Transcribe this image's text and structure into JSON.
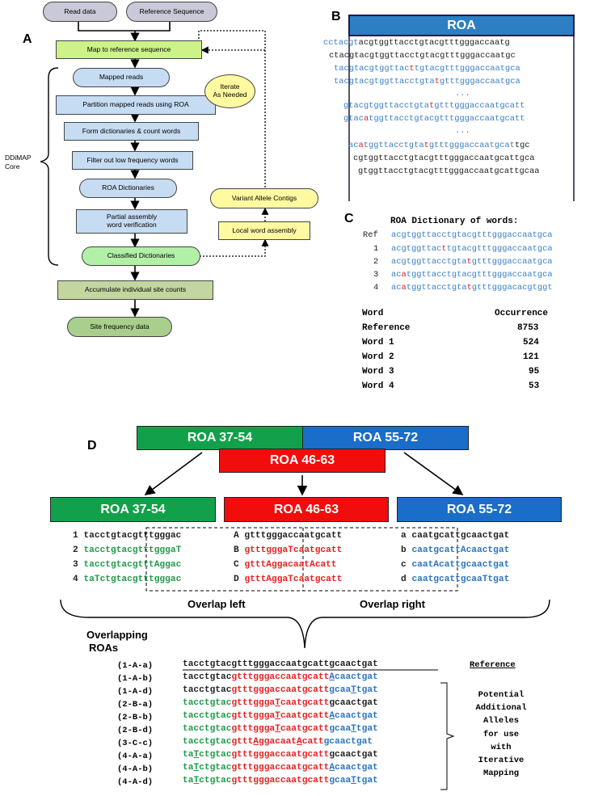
{
  "panel_labels": {
    "a": "A",
    "b": "B",
    "c": "C",
    "d": "D"
  },
  "flow": {
    "read_data": "Read data",
    "reference_sequence": "Reference Sequence",
    "map_to_reference": "Map to reference sequence",
    "mapped_reads": "Mapped reads",
    "partition": "Partition mapped reads using ROA",
    "form_dictionaries": "Form dictionaries & count words",
    "filter": "Filter out low frequency words",
    "roa_dictionaries": "ROA Dictionaries",
    "partial_assembly_1": "Partial assembly",
    "partial_assembly_2": "word verification",
    "classified": "Classified Dictionaries",
    "accumulate": "Accumulate individual site counts",
    "site_frequency": "Site frequency data",
    "iterate_1": "Iterate",
    "iterate_2": "As Needed",
    "variant_contigs": "Variant Allele Contigs",
    "local_assembly": "Local word assembly",
    "core_1": "DDiMAP",
    "core_2": "Core"
  },
  "panel_b": {
    "roa_label": "ROA",
    "dots": "..."
  },
  "panel_c": {
    "title": "ROA Dictionary of words:",
    "row_labels": [
      "Ref",
      "1",
      "2",
      "3",
      "4"
    ],
    "word_header": "Word",
    "occ_header": "Occurrence",
    "words": [
      {
        "name": "Reference",
        "count": "8753"
      },
      {
        "name": "Word 1",
        "count": "524"
      },
      {
        "name": "Word 2",
        "count": "121"
      },
      {
        "name": "Word 3",
        "count": "95"
      },
      {
        "name": "Word 4",
        "count": "53"
      }
    ]
  },
  "panel_d": {
    "top_left": "ROA 37-54",
    "top_right": "ROA 55-72",
    "top_mid": "ROA 46-63",
    "bar_left": "ROA 37-54",
    "bar_mid": "ROA 46-63",
    "bar_right": "ROA 55-72",
    "overlap_left": "Overlap left",
    "overlap_right": "Overlap right",
    "overlapping_1": "Overlapping",
    "overlapping_2": "ROAs",
    "reference_label": "Reference",
    "potential": [
      "Potential",
      "Additional",
      "Alleles",
      "for use",
      "with",
      "Iterative",
      "Mapping"
    ],
    "combo_labels": [
      "(1-A-a)",
      "(1-A-b)",
      "(1-A-d)",
      "(2-B-a)",
      "(2-B-b)",
      "(2-B-d)",
      "(3-C-c)",
      "(4-A-a)",
      "(4-A-b)",
      "(4-A-d)"
    ]
  },
  "colors": {
    "green": "#12a14a",
    "red": "#f20d0d",
    "blue": "#1a6dc8",
    "seq_blue": "#3a7fc6",
    "seq_red": "#e02020"
  }
}
